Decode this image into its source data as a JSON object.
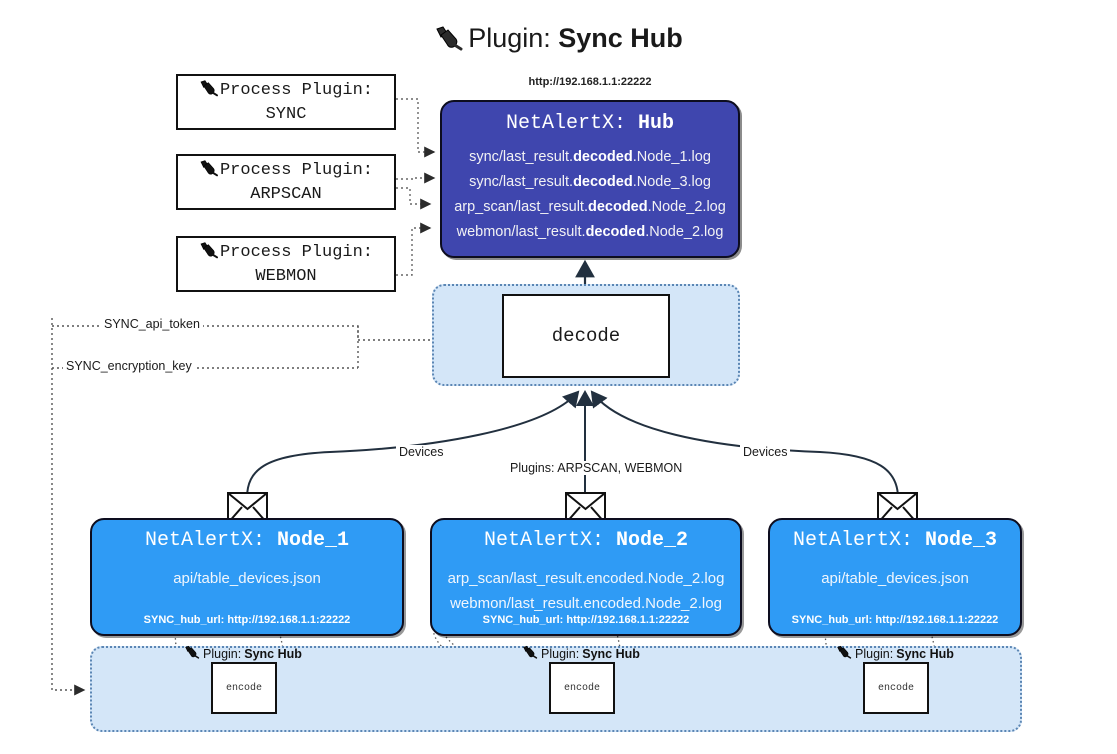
{
  "title": {
    "icon": "plug-icon",
    "label": "Plugin:",
    "value": "Sync Hub"
  },
  "process_plugins": [
    {
      "icon": "plug-icon",
      "label": "Process Plugin:",
      "name": "SYNC"
    },
    {
      "icon": "plug-icon",
      "label": "Process Plugin:",
      "name": "ARPSCAN"
    },
    {
      "icon": "plug-icon",
      "label": "Process Plugin:",
      "name": "WEBMON"
    }
  ],
  "hub": {
    "url": "http://192.168.1.1:22222",
    "title_prefix": "NetAlertX:",
    "title_name": "Hub",
    "lines": [
      {
        "pre": "sync/last_result.",
        "mid": "decoded",
        "post": ".Node_1.log"
      },
      {
        "pre": "sync/last_result.",
        "mid": "decoded",
        "post": ".Node_3.log"
      },
      {
        "pre": "arp_scan/last_result.",
        "mid": "decoded",
        "post": ".Node_2.log"
      },
      {
        "pre": "webmon/last_result.",
        "mid": "decoded",
        "post": ".Node_2.log"
      }
    ]
  },
  "decode": {
    "label": "decode"
  },
  "settings": {
    "api_token": "SYNC_api_token",
    "encryption_key": "SYNC_encryption_key"
  },
  "edge_labels": {
    "devices_left": "Devices",
    "plugins_center": "Plugins: ARPSCAN, WEBMON",
    "devices_right": "Devices"
  },
  "nodes": [
    {
      "title_prefix": "NetAlertX:",
      "title_name": "Node_1",
      "lines": [
        "api/table_devices.json"
      ],
      "footer": "SYNC_hub_url: http://192.168.1.1:22222"
    },
    {
      "title_prefix": "NetAlertX:",
      "title_name": "Node_2",
      "lines": [
        "arp_scan/last_result.encoded.Node_2.log",
        "webmon/last_result.encoded.Node_2.log"
      ],
      "footer": "SYNC_hub_url: http://192.168.1.1:22222"
    },
    {
      "title_prefix": "NetAlertX:",
      "title_name": "Node_3",
      "lines": [
        "api/table_devices.json"
      ],
      "footer": "SYNC_hub_url: http://192.168.1.1:22222"
    }
  ],
  "encoders": [
    {
      "plugin_label": "Plugin:",
      "plugin_name": "Sync Hub",
      "box_label": "encode"
    },
    {
      "plugin_label": "Plugin:",
      "plugin_name": "Sync Hub",
      "box_label": "encode"
    },
    {
      "plugin_label": "Plugin:",
      "plugin_name": "Sync Hub",
      "box_label": "encode"
    }
  ],
  "colors": {
    "hub_fill": "#3f46ae",
    "node_fill": "#2f9bf5",
    "container_fill": "#d4e6f8",
    "container_border": "#5b86b4",
    "stroke": "#111111",
    "background": "#ffffff"
  }
}
